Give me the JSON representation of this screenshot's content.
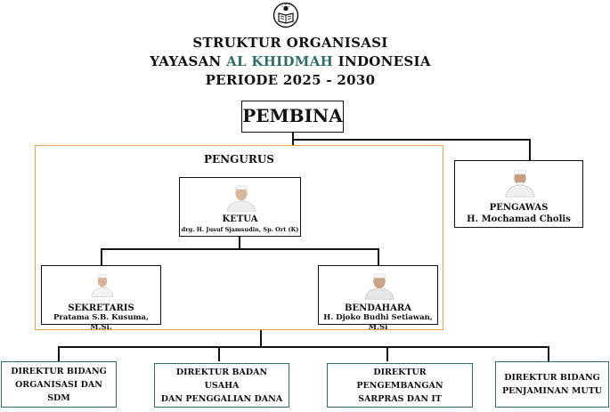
{
  "header": {
    "line1": "STRUKTUR ORGANISASI",
    "line2_pre": "YAYASAN ",
    "line2_accent": "AL KHIDMAH",
    "line2_post": " INDONESIA",
    "line3": "PERIODE 2025 - 2030",
    "logo_icon": "book-lamp-icon"
  },
  "colors": {
    "accent": "#2e6f6a",
    "frame": "#f0a04a",
    "line": "#111111"
  },
  "pembina": {
    "label": "PEMBINA"
  },
  "pengurus": {
    "label": "PENGURUS",
    "ketua": {
      "role": "KETUA",
      "name": "drg. H. Jusuf Sjamsudin, Sp. Ort (K)"
    },
    "sekretaris": {
      "role": "SEKRETARIS",
      "name": "Pratama S.B. Kusuma, M.Si."
    },
    "bendahara": {
      "role": "BENDAHARA",
      "name": "H. Djoko Budhi Setiawan, M.Si"
    }
  },
  "pengawas": {
    "role": "PENGAWAS",
    "name": "H. Mochamad Cholis"
  },
  "direktur": [
    {
      "line1": "DIREKTUR BIDANG",
      "line2": "ORGANISASI DAN SDM"
    },
    {
      "line1": "DIREKTUR BADAN USAHA",
      "line2": "DAN PENGGALIAN DANA"
    },
    {
      "line1": "DIREKTUR PENGEMBANGAN",
      "line2": "SARPRAS DAN IT"
    },
    {
      "line1": "DIREKTUR BIDANG",
      "line2": "PENJAMINAN MUTU"
    }
  ]
}
